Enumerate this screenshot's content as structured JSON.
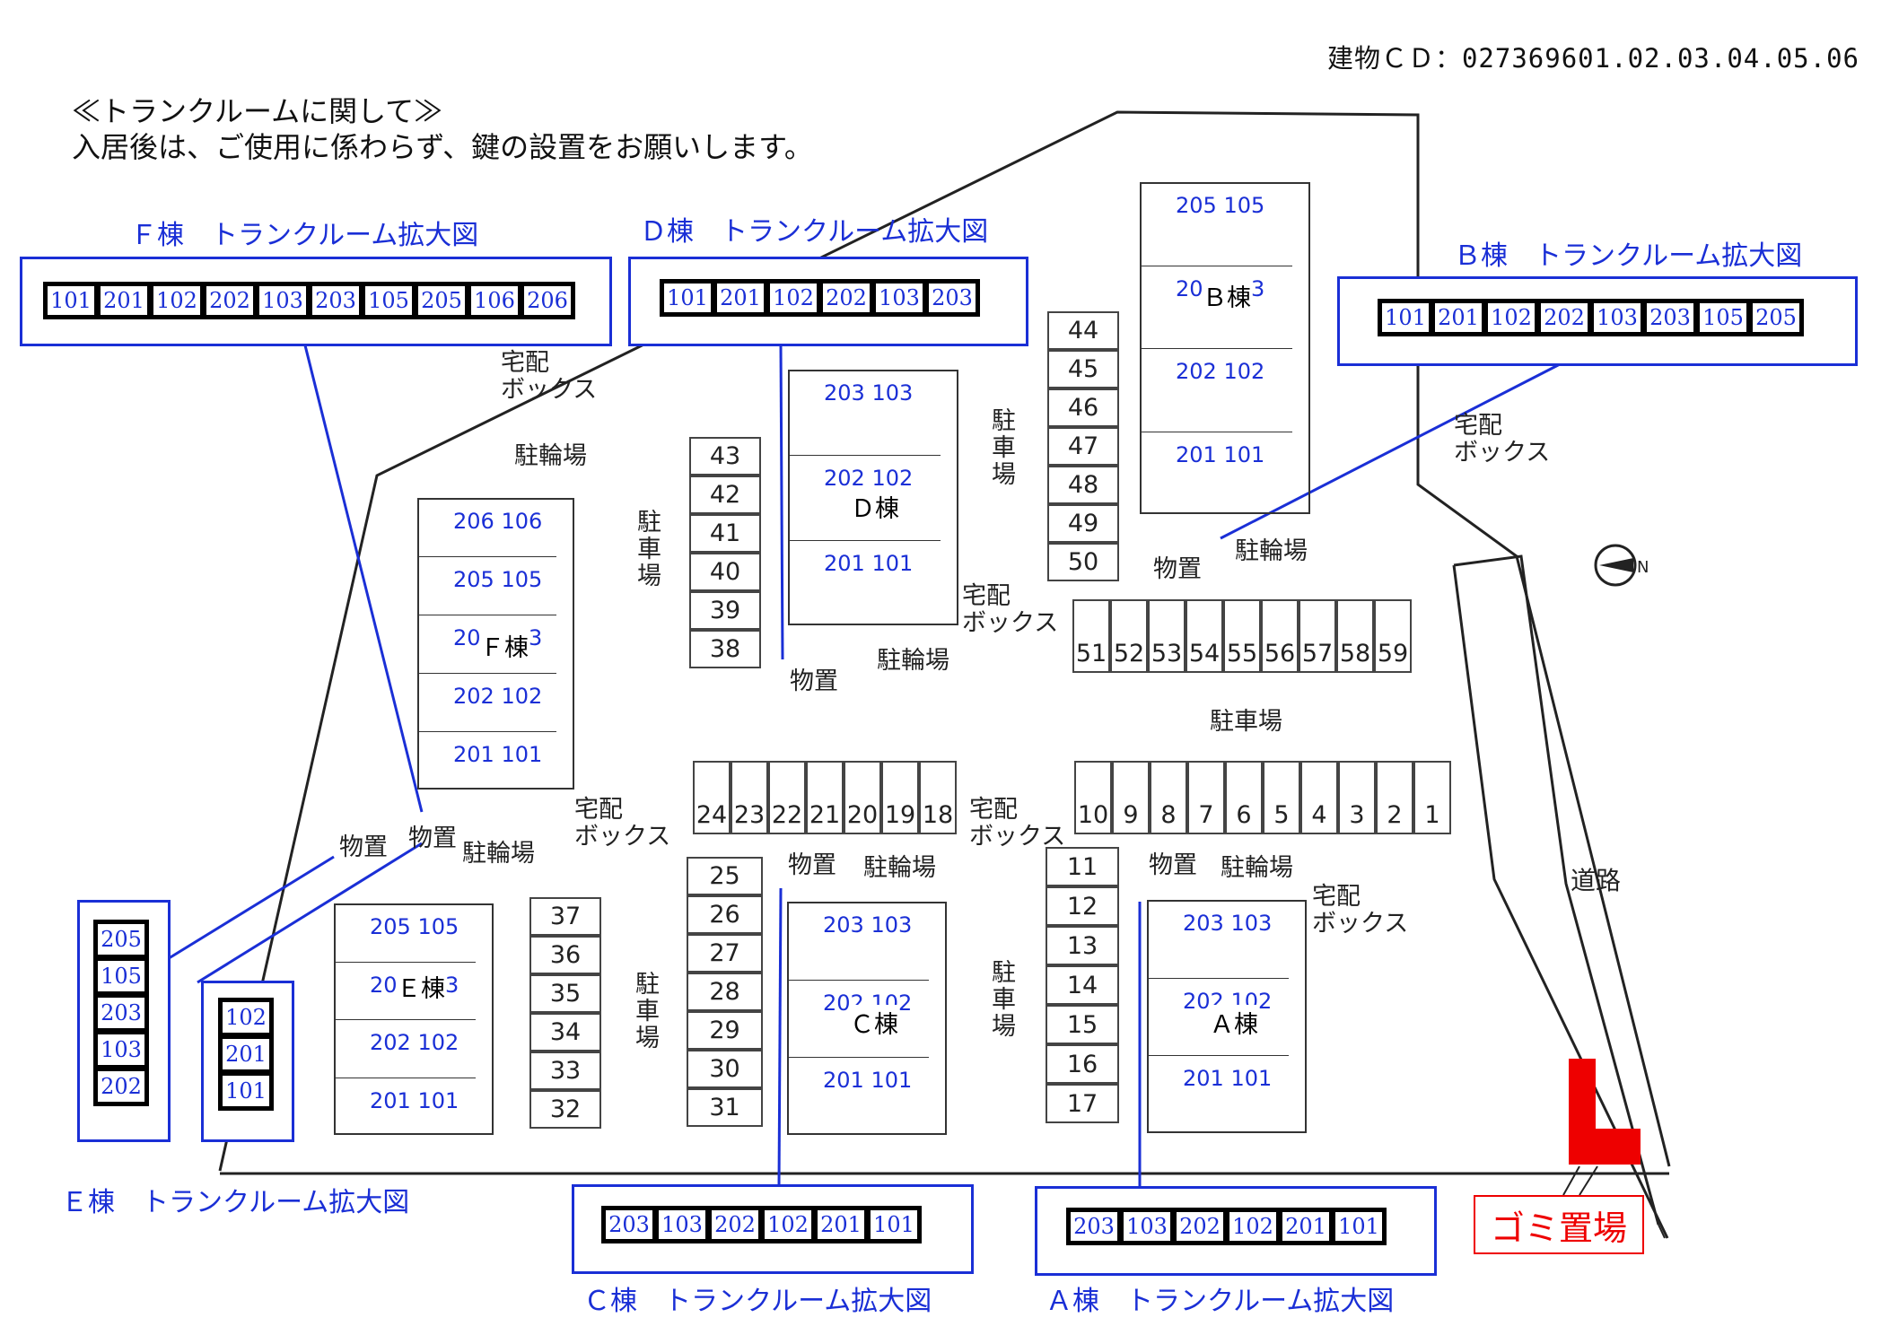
{
  "header": {
    "building_cd": "建物ＣＤ：027369601.02.03.04.05.06",
    "note_title": "≪トランクルームに関して≫",
    "note_body": "入居後は、ご使用に係わらず、鍵の設置をお願いします。"
  },
  "zoom_panels": {
    "F": {
      "title": "Ｆ棟　トランクルーム拡大図",
      "cells": [
        "101",
        "201",
        "102",
        "202",
        "103",
        "203",
        "105",
        "205",
        "106",
        "206"
      ]
    },
    "D": {
      "title": "Ｄ棟　トランクルーム拡大図",
      "cells": [
        "101",
        "201",
        "102",
        "202",
        "103",
        "203"
      ]
    },
    "B": {
      "title": "Ｂ棟　トランクルーム拡大図",
      "cells": [
        "101",
        "201",
        "102",
        "202",
        "103",
        "203",
        "105",
        "205"
      ]
    },
    "E": {
      "title": "Ｅ棟　トランクルーム拡大図",
      "cells_a": [
        "205",
        "105",
        "203",
        "103",
        "202"
      ],
      "cells_b": [
        "102",
        "201",
        "101"
      ]
    },
    "C": {
      "title": "Ｃ棟　トランクルーム拡大図",
      "cells": [
        "203",
        "103",
        "202",
        "102",
        "201",
        "101"
      ]
    },
    "A": {
      "title": "Ａ棟　トランクルーム拡大図",
      "cells": [
        "203",
        "103",
        "202",
        "102",
        "201",
        "101"
      ]
    }
  },
  "buildings": {
    "F": {
      "name": "Ｆ棟",
      "rows": [
        "206  106",
        "205  105",
        "203  103",
        "202  102",
        "201  101"
      ]
    },
    "D": {
      "name": "Ｄ棟",
      "rows": [
        "203  103",
        "202  102",
        "201  101"
      ]
    },
    "B": {
      "name": "Ｂ棟",
      "rows": [
        "205  105",
        "203  103",
        "202  102",
        "201  101"
      ]
    },
    "E": {
      "name": "Ｅ棟",
      "rows": [
        "205  105",
        "203  103",
        "202  102",
        "201  101"
      ]
    },
    "C": {
      "name": "Ｃ棟",
      "rows": [
        "203  103",
        "202  102",
        "201  101"
      ]
    },
    "A": {
      "name": "Ａ棟",
      "rows": [
        "203  103",
        "202  102",
        "201  101"
      ]
    }
  },
  "parking": {
    "col_38_43": [
      "43",
      "42",
      "41",
      "40",
      "39",
      "38"
    ],
    "col_44_50": [
      "44",
      "45",
      "46",
      "47",
      "48",
      "49",
      "50"
    ],
    "row_51_59": [
      "51",
      "52",
      "53",
      "54",
      "55",
      "56",
      "57",
      "58",
      "59"
    ],
    "row_24_18": [
      "24",
      "23",
      "22",
      "21",
      "20",
      "19",
      "18"
    ],
    "row_10_1": [
      "10",
      "9",
      "8",
      "7",
      "6",
      "5",
      "4",
      "3",
      "2",
      "1"
    ],
    "col_25_31": [
      "25",
      "26",
      "27",
      "28",
      "29",
      "30",
      "31"
    ],
    "col_37_32": [
      "37",
      "36",
      "35",
      "34",
      "33",
      "32"
    ],
    "col_11_17": [
      "11",
      "12",
      "13",
      "14",
      "15",
      "16",
      "17"
    ]
  },
  "labels": {
    "parking_area": "駐車場",
    "parking_v": "駐\n車\n場",
    "bike": "駐輪場",
    "storage": "物置",
    "delivery_box": "宅配\nボックス",
    "road": "道路",
    "garbage": "ゴミ置場",
    "compass": "N"
  },
  "colors": {
    "blue": "#1a2fd6",
    "red": "#e00000",
    "black": "#000000"
  }
}
